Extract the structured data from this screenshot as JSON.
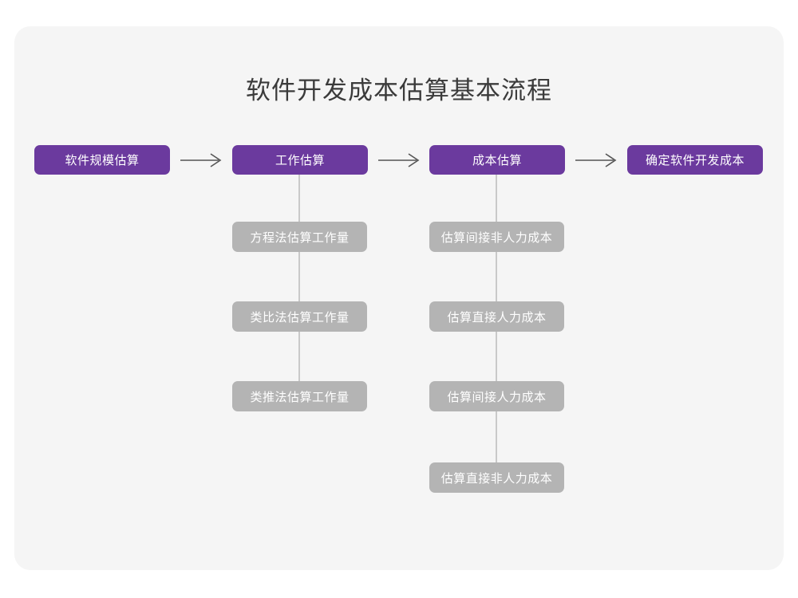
{
  "diagram": {
    "title": "软件开发成本估算基本流程",
    "colors": {
      "page_background": "#ffffff",
      "card_background": "#f5f5f5",
      "primary_box": "#6b3a9e",
      "secondary_box": "#b4b4b4",
      "connector_line": "#c9c9c9",
      "arrow": "#555555",
      "title_text": "#3b3b3b",
      "box_text": "#ffffff"
    },
    "main_steps": [
      {
        "label": "软件规模估算"
      },
      {
        "label": "工作估算"
      },
      {
        "label": "成本估算"
      },
      {
        "label": "确定软件开发成本"
      }
    ],
    "arrows": [
      {
        "glyph": "→",
        "from": "软件规模估算",
        "to": "工作估算"
      },
      {
        "glyph": "→",
        "from": "工作估算",
        "to": "成本估算"
      },
      {
        "glyph": "→",
        "from": "成本估算",
        "to": "确定软件开发成本"
      }
    ],
    "work_estimation_methods": [
      {
        "label": "方程法估算工作量"
      },
      {
        "label": "类比法估算工作量"
      },
      {
        "label": "类推法估算工作量"
      }
    ],
    "cost_estimation_items": [
      {
        "label": "估算间接非人力成本"
      },
      {
        "label": "估算直接人力成本"
      },
      {
        "label": "估算间接人力成本"
      },
      {
        "label": "估算直接非人力成本"
      }
    ]
  }
}
